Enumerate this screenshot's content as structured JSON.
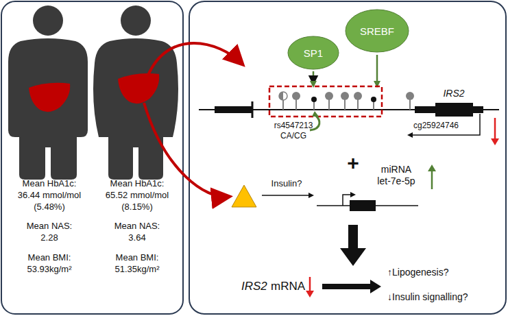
{
  "diagram": {
    "nodes": [
      {
        "text": [
          "SP1"
        ]
      },
      {
        "text": [
          "SREBF"
        ]
      }
    ],
    "labels": [
      "Mean HbA1c:",
      "36.44 mmol/mol",
      "(5.48%)",
      "Mean NAS:",
      "2.28",
      "Mean BMI:",
      "53.93kg/m²",
      "Mean HbA1c:",
      "65.52 mmol/mol",
      "(8.15%)",
      "Mean NAS:",
      "3.64",
      "Mean BMI:",
      "51.35kg/m²",
      "rs4547213",
      "CA/CG",
      "IRS2",
      "cg25924746",
      "+",
      "Insulin?",
      "miRNA",
      "let-7e-5p",
      "IRS2",
      "mRNA",
      "↑Lipogenesis?",
      "↓Insulin signalling?"
    ]
  }
}
